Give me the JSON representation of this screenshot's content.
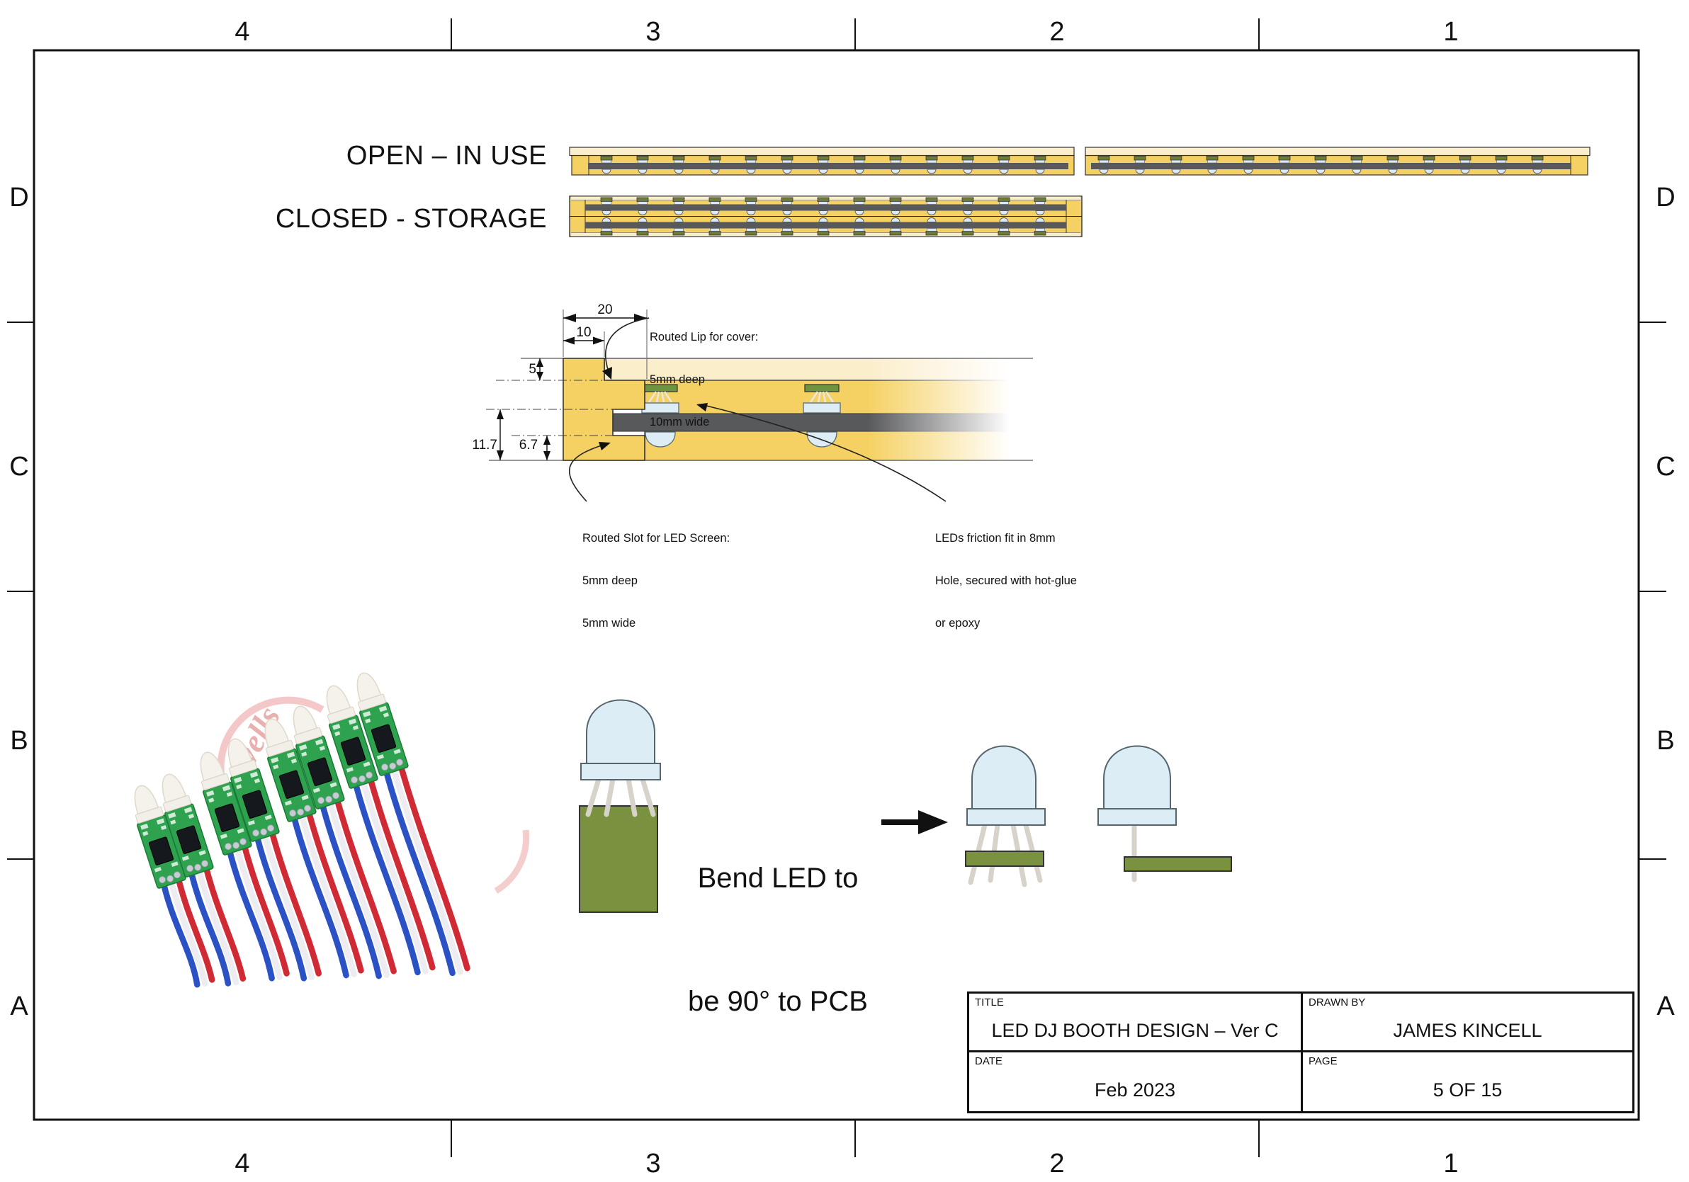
{
  "grid": {
    "columns": [
      "4",
      "3",
      "2",
      "1"
    ],
    "rows": [
      "D",
      "C",
      "B",
      "A"
    ]
  },
  "labels": {
    "open": "OPEN – IN USE",
    "closed": "CLOSED - STORAGE"
  },
  "detail": {
    "dim_20": "20",
    "dim_10": "10",
    "dim_5": "5",
    "dim_11_7": "11.7",
    "dim_6_7": "6.7",
    "note_lip": [
      "Routed Lip for cover:",
      "5mm deep",
      "10mm wide"
    ],
    "note_slot": [
      "Routed Slot for LED Screen:",
      "5mm deep",
      "5mm wide"
    ],
    "note_led": [
      "LEDs friction fit in 8mm",
      "Hole, secured with hot-glue",
      "or epoxy"
    ]
  },
  "bend": {
    "line1": "Bend LED to",
    "line2": "be 90° to PCB"
  },
  "photo": {
    "watermark": "wells"
  },
  "title_block": {
    "title_label": "TITLE",
    "title_value": "LED DJ BOOTH DESIGN – Ver C",
    "drawn_by_label": "DRAWN BY",
    "drawn_by_value": "JAMES KINCELL",
    "date_label": "DATE",
    "date_value": "Feb 2023",
    "page_label": "PAGE",
    "page_value": "5 OF 15"
  },
  "colors": {
    "wood": "#F5D163",
    "cover": "#FBEECB",
    "screen": "#58595B",
    "led": "#DCEDF5",
    "pcb_detail": "#6E9440",
    "pcb_diagram": "#7A9140",
    "pcb_photo": "#2EA24E",
    "wire_red": "#D02A35",
    "wire_blue": "#2B52C4",
    "wire_white": "#ECECF1",
    "watermark": "#D25050"
  }
}
